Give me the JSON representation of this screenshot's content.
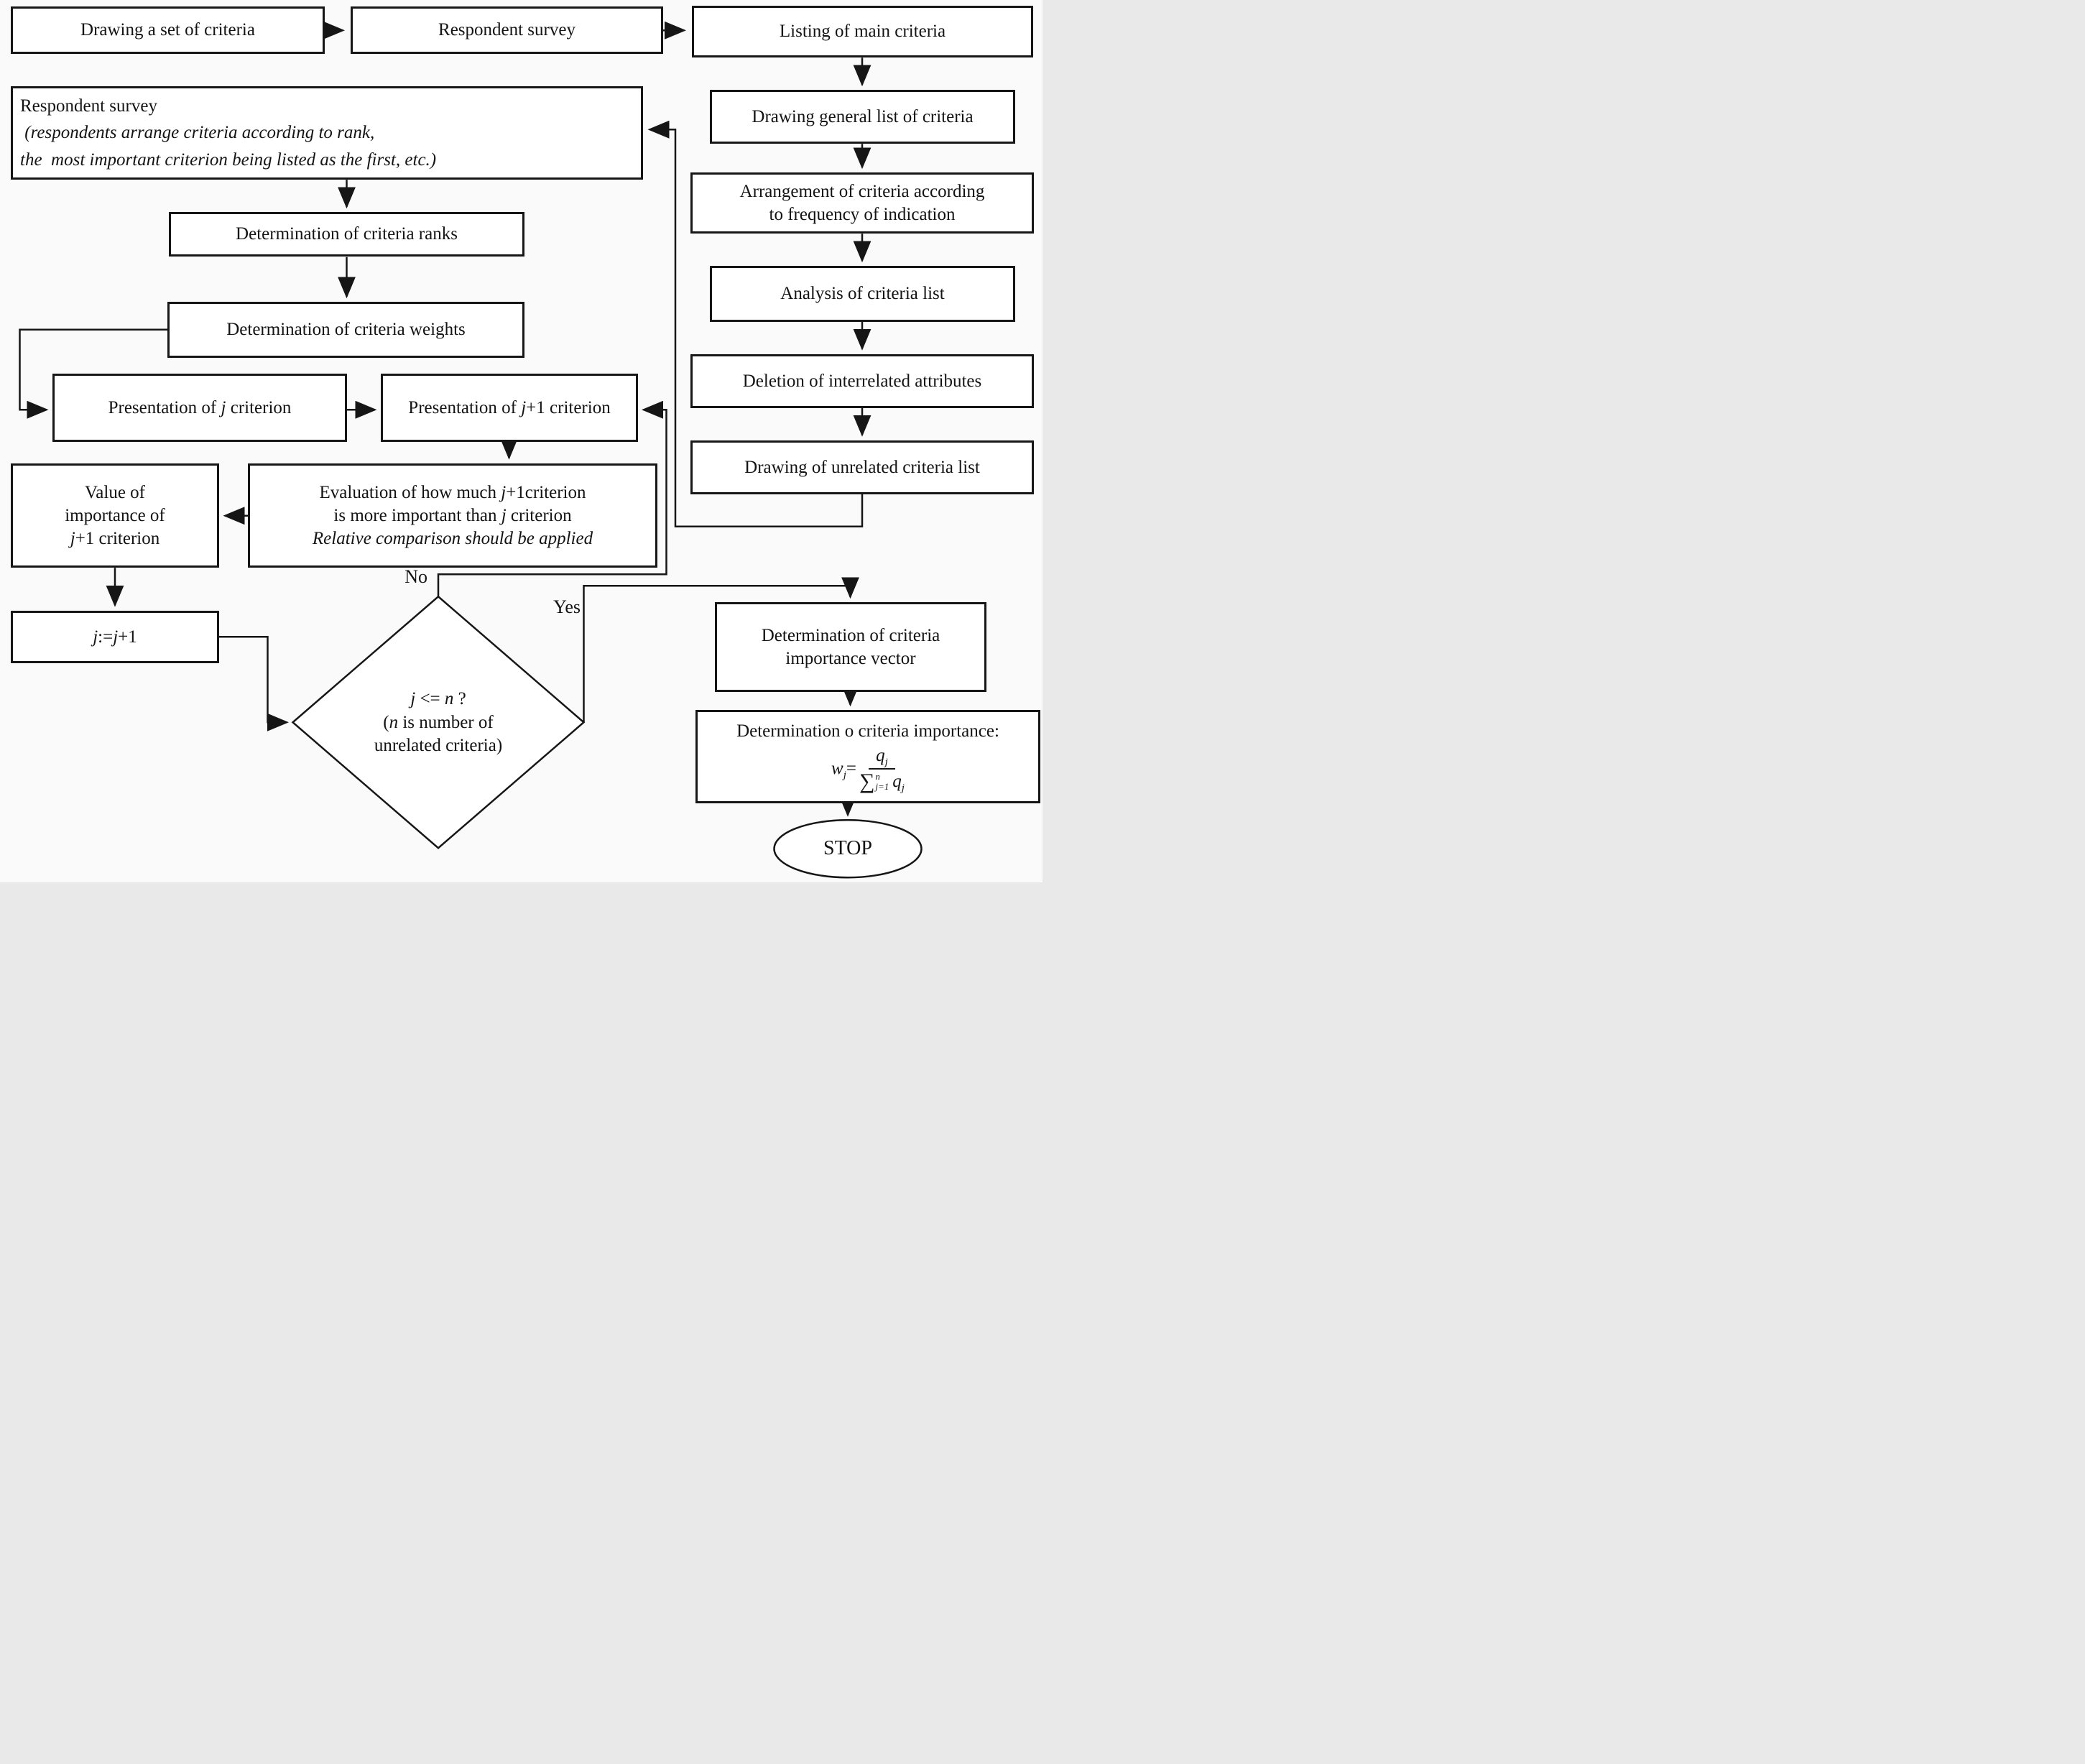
{
  "nodes": {
    "draw_set": {
      "label": "Drawing a set of criteria"
    },
    "survey_top": {
      "label": "Respondent survey"
    },
    "listing_main": {
      "label": "Listing of main criteria"
    },
    "survey_detail": {
      "line1": "Respondent survey",
      "line2": " (respondents arrange criteria according to rank,",
      "line3": "the  most important criterion being listed as the first, etc.)"
    },
    "ranks": {
      "label": "Determination of criteria ranks"
    },
    "weights": {
      "label": "Determination of criteria weights"
    },
    "pres_j": {
      "pre": "Presentation of ",
      "var": "j",
      "post": " criterion"
    },
    "pres_j1": {
      "pre": "Presentation of ",
      "var": "j",
      "post": "+1 criterion"
    },
    "eval": {
      "l1_pre": "Evaluation of how much ",
      "l1_var": "j",
      "l1_post": "+1criterion",
      "l2_pre": "is more important than ",
      "l2_var": "j",
      "l2_post": " criterion",
      "l3": "Relative comparison should be applied"
    },
    "value": {
      "l1": "Value of",
      "l2": "importance of",
      "l3_var": "j",
      "l3_post": "+1 criterion"
    },
    "j_incr": {
      "v1": "j",
      "op": ":=",
      "v2": "j",
      "post": "+1"
    },
    "decision": {
      "l1_var1": "j",
      "l1_mid": " <= ",
      "l1_var2": "n",
      "l1_post": " ?",
      "l2_pre": "(",
      "l2_var": "n",
      "l2_post": " is number of",
      "l3": "unrelated criteria)"
    },
    "no_label": "No",
    "yes_label": "Yes",
    "general_list": {
      "label": "Drawing general list of criteria"
    },
    "arrangement": {
      "l1": "Arrangement of criteria according",
      "l2": "to frequency of indication"
    },
    "analysis": {
      "label": "Analysis of criteria list"
    },
    "deletion": {
      "label": "Deletion of interrelated attributes"
    },
    "unrelated_list": {
      "label": "Drawing of unrelated criteria list"
    },
    "importance_vector": {
      "l1": "Determination of criteria",
      "l2": "importance vector"
    },
    "importance": {
      "title": "Determination o criteria importance:",
      "formula": {
        "w": "w",
        "w_sub": "j",
        "eq": "=",
        "num_q": "q",
        "num_q_sub": "j",
        "sigma": "∑",
        "sigma_sup": "n",
        "sigma_sub": "j=1",
        "den_q": "q",
        "den_q_sub": "j"
      }
    },
    "stop": {
      "label": "STOP"
    }
  },
  "colors": {
    "line": "#161616",
    "box_bg": "#ffffff",
    "page_bg": "#fafafa",
    "text": "#141414"
  }
}
